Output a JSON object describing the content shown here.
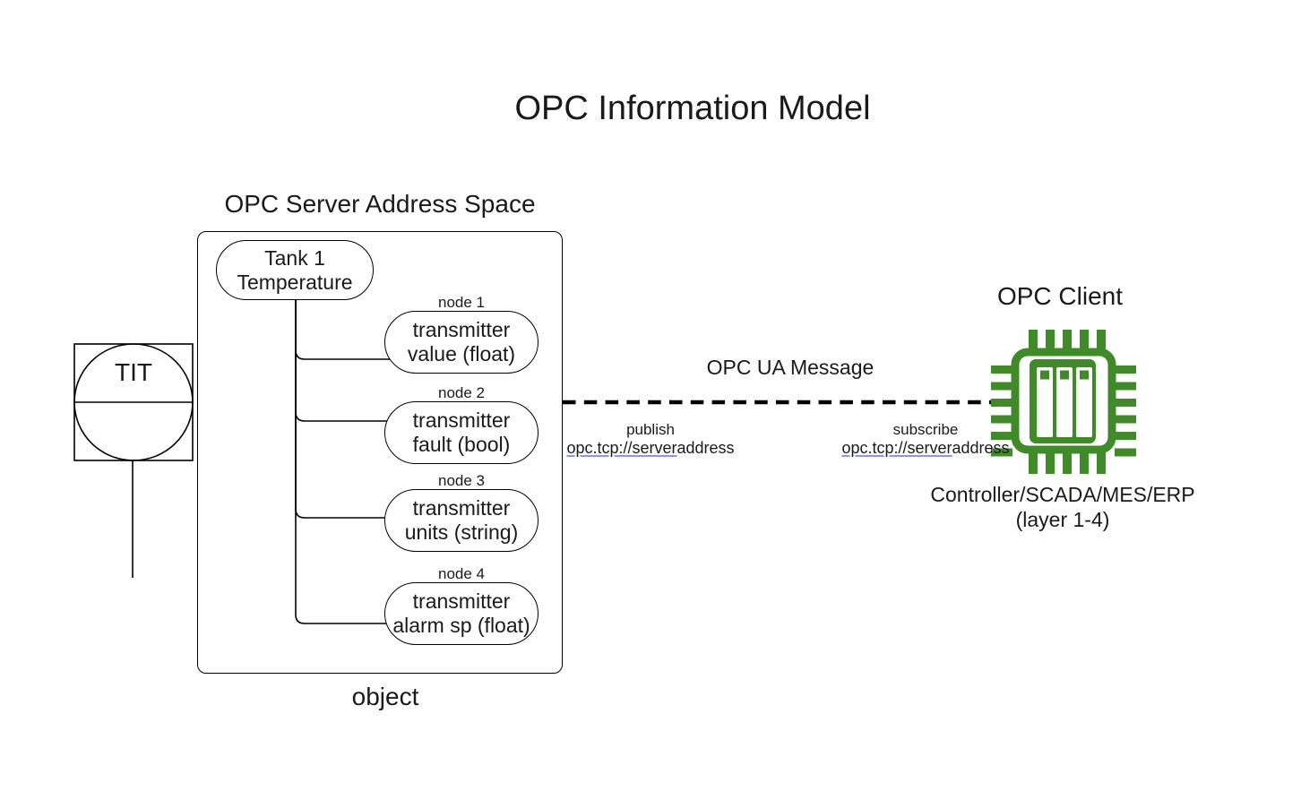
{
  "title": "OPC Information Model",
  "instrument": {
    "tag": "TIT"
  },
  "server": {
    "heading": "OPC Server Address Space",
    "root": {
      "line1": "Tank 1",
      "line2": "Temperature"
    },
    "nodes": [
      {
        "id": "node 1",
        "line1": "transmitter",
        "line2": "value (float)"
      },
      {
        "id": "node 2",
        "line1": "transmitter",
        "line2": "fault (bool)"
      },
      {
        "id": "node 3",
        "line1": "transmitter",
        "line2": "units (string)"
      },
      {
        "id": "node 4",
        "line1": "transmitter",
        "line2": "alarm sp (float)"
      }
    ],
    "caption": "object"
  },
  "message": {
    "label": "OPC UA Message",
    "publish": {
      "action": "publish",
      "address_linked": "opc.tcp://server",
      "address_rest": "address"
    },
    "subscribe": {
      "action": "subscribe",
      "address_linked": "opc.tcp://server",
      "address_rest": "address"
    }
  },
  "client": {
    "heading": "OPC Client",
    "icon": "microchip-icon",
    "caption_line1": "Controller/SCADA/MES/ERP",
    "caption_line2": "(layer 1-4)"
  },
  "colors": {
    "chip_green": "#3f8b28",
    "stroke": "#000000",
    "text": "#1a1a1a",
    "link_underline": "#9191ee"
  }
}
